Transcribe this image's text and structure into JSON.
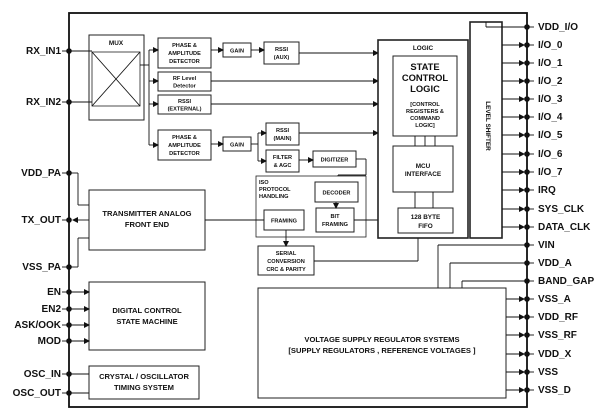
{
  "pins_left": [
    {
      "id": "rx_in1",
      "label": "RX_IN1"
    },
    {
      "id": "rx_in2",
      "label": "RX_IN2"
    },
    {
      "id": "vdd_pa",
      "label": "VDD_PA"
    },
    {
      "id": "tx_out",
      "label": "TX_OUT"
    },
    {
      "id": "vss_pa",
      "label": "VSS_PA"
    },
    {
      "id": "en",
      "label": "EN"
    },
    {
      "id": "en2",
      "label": "EN2"
    },
    {
      "id": "ask_ook",
      "label": "ASK/OOK"
    },
    {
      "id": "mod",
      "label": "MOD"
    },
    {
      "id": "osc_in",
      "label": "OSC_IN"
    },
    {
      "id": "osc_out",
      "label": "OSC_OUT"
    }
  ],
  "pins_right": [
    {
      "id": "vdd_io",
      "label": "VDD_I/O"
    },
    {
      "id": "io_0",
      "label": "I/O_0"
    },
    {
      "id": "io_1",
      "label": "I/O_1"
    },
    {
      "id": "io_2",
      "label": "I/O_2"
    },
    {
      "id": "io_3",
      "label": "I/O_3"
    },
    {
      "id": "io_4",
      "label": "I/O_4"
    },
    {
      "id": "io_5",
      "label": "I/O_5"
    },
    {
      "id": "io_6",
      "label": "I/O_6"
    },
    {
      "id": "io_7",
      "label": "I/O_7"
    },
    {
      "id": "irq",
      "label": "IRQ"
    },
    {
      "id": "sys_clk",
      "label": "SYS_CLK"
    },
    {
      "id": "data_clk",
      "label": "DATA_CLK"
    },
    {
      "id": "vin",
      "label": "VIN"
    },
    {
      "id": "vdd_a",
      "label": "VDD_A"
    },
    {
      "id": "band_gap",
      "label": "BAND_GAP"
    },
    {
      "id": "vss_a",
      "label": "VSS_A"
    },
    {
      "id": "vdd_rf",
      "label": "VDD_RF"
    },
    {
      "id": "vss_rf",
      "label": "VSS_RF"
    },
    {
      "id": "vdd_x",
      "label": "VDD_X"
    },
    {
      "id": "vss",
      "label": "VSS"
    },
    {
      "id": "vss_d",
      "label": "VSS_D"
    }
  ],
  "blocks": {
    "mux": "MUX",
    "pa_det1": [
      "PHASE &",
      "AMPLITUDE",
      "DETECTOR"
    ],
    "gain1": "GAIN",
    "rssi_aux": [
      "RSSI",
      "(AUX)"
    ],
    "rf_level": [
      "RF Level",
      "Detector"
    ],
    "rssi_ext": [
      "RSSI",
      "(EXTERNAL)"
    ],
    "pa_det2": [
      "PHASE &",
      "AMPLITUDE",
      "DETECTOR"
    ],
    "gain2": "GAIN",
    "rssi_main": [
      "RSSI",
      "(MAIN)"
    ],
    "filter_agc": [
      "FILTER",
      "& AGC"
    ],
    "digitizer": "DIGITIZER",
    "iso_title": [
      "ISO",
      "PROTOCOL",
      "HANDLING"
    ],
    "decoder": "DECODER",
    "framing": "FRAMING",
    "bit_framing": [
      "BIT",
      "FRAMING"
    ],
    "serial": [
      "SERIAL",
      "CONVERSION",
      "CRC & PARITY"
    ],
    "logic_title": "LOGIC",
    "state_control": [
      "STATE",
      "CONTROL",
      "LOGIC"
    ],
    "state_control_sub": [
      "[CONTROL",
      "REGISTERS &",
      "COMMAND",
      "LOGIC]"
    ],
    "mcu": [
      "MCU",
      "INTERFACE"
    ],
    "fifo": [
      "128 BYTE",
      "FIFO"
    ],
    "level_shifter": "LEVEL SHIFTER",
    "tx_front": [
      "TRANSMITTER ANALOG",
      "FRONT END"
    ],
    "digital_sm": [
      "DIGITAL CONTROL",
      "STATE MACHINE"
    ],
    "crystal": [
      "CRYSTAL / OSCILLATOR",
      "TIMING SYSTEM"
    ],
    "vreg": [
      "VOLTAGE SUPPLY REGULATOR SYSTEMS",
      "[SUPPLY REGULATORS , REFERENCE VOLTAGES ]"
    ]
  }
}
